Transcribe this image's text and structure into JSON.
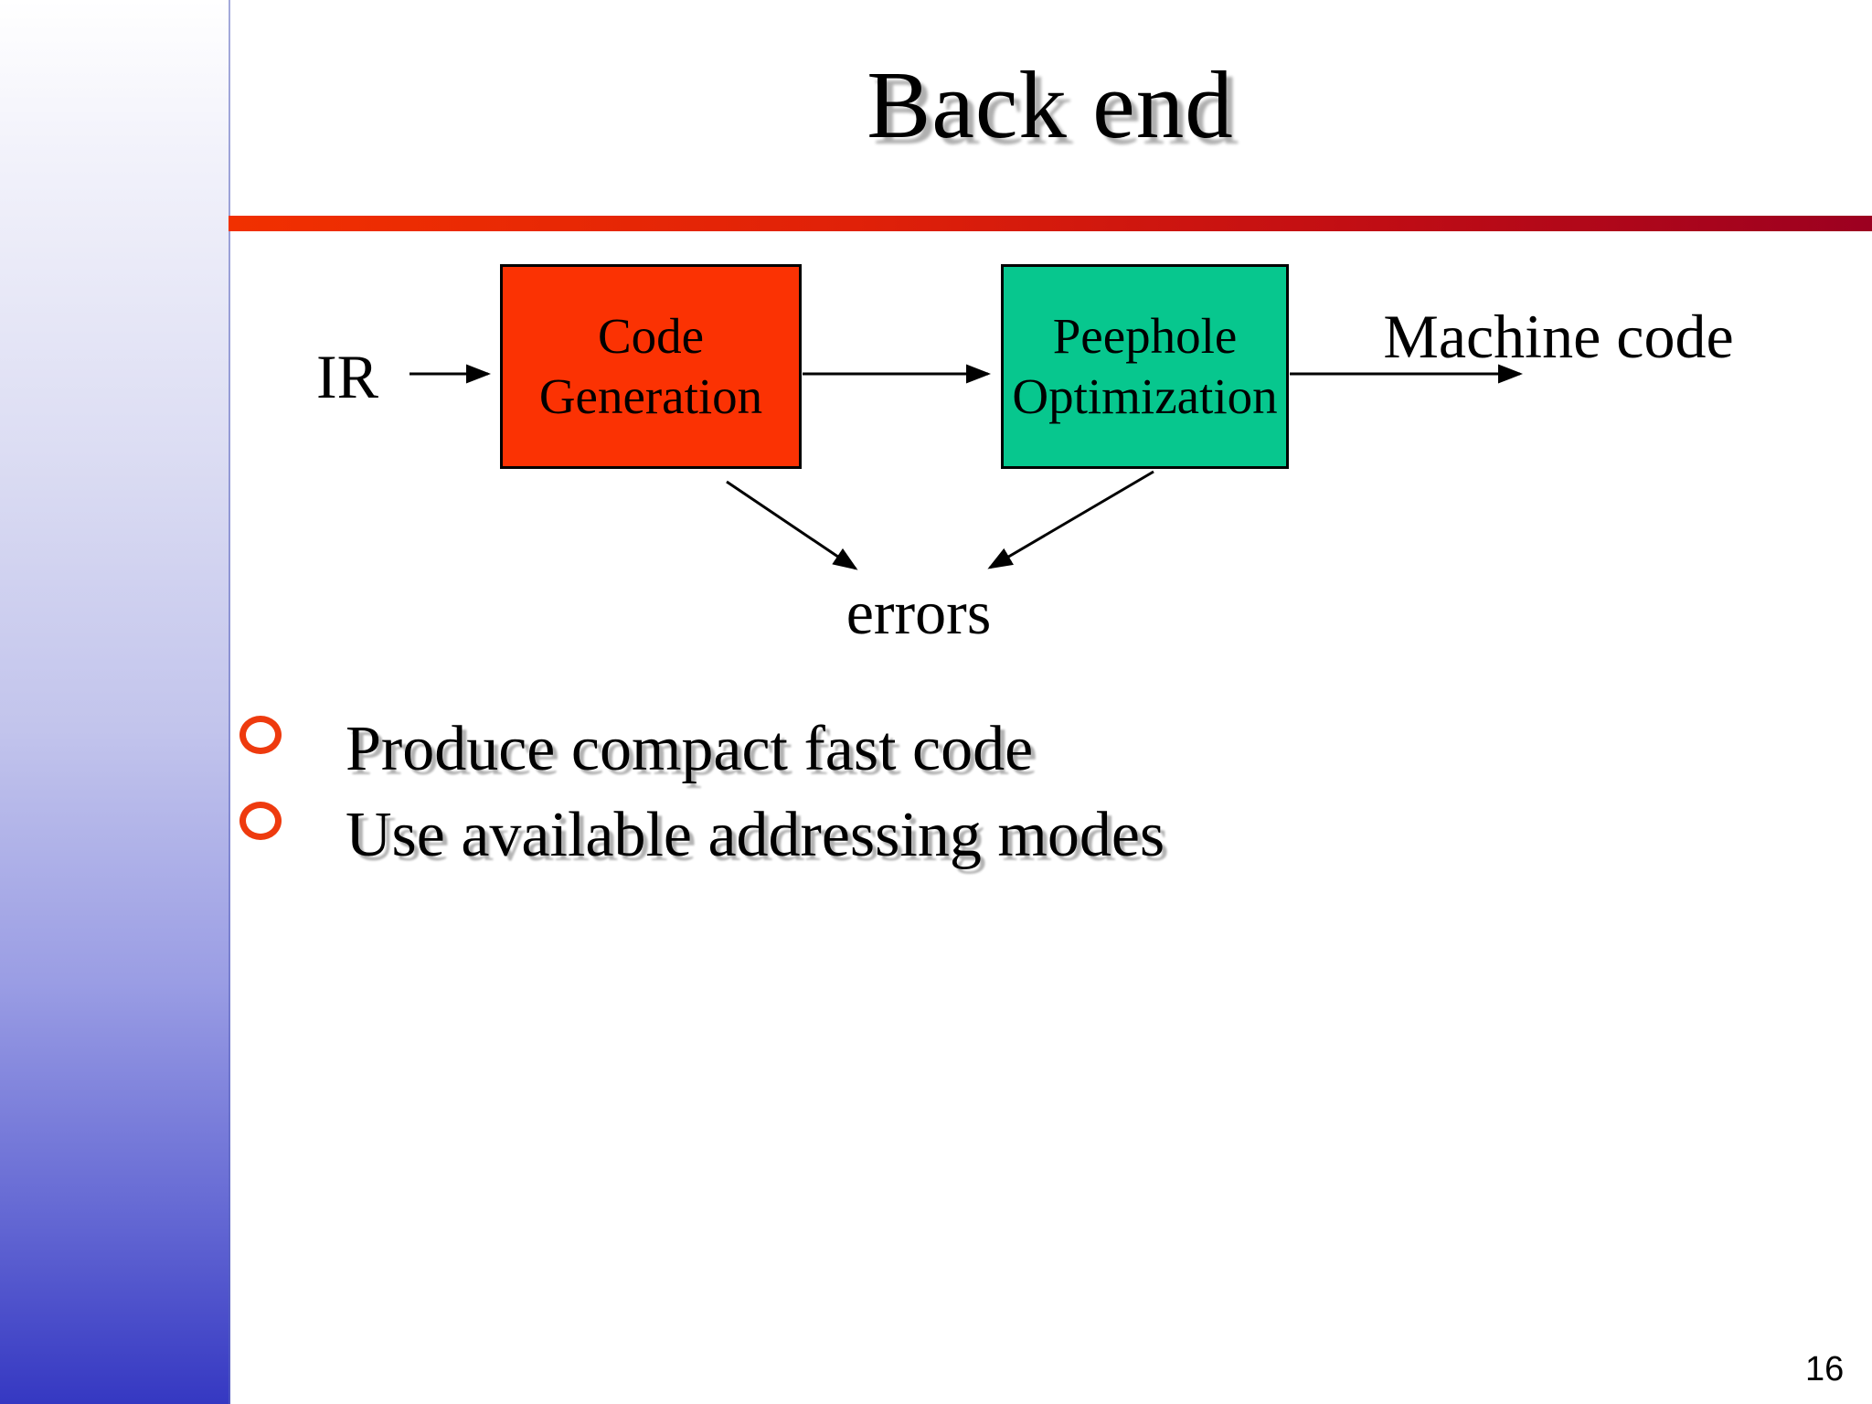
{
  "slide": {
    "title": "Back end",
    "page_number": "16",
    "diagram": {
      "input_label": "IR",
      "codegen_box": {
        "line1": "Code",
        "line2": "Generation",
        "fill": "#fb3203"
      },
      "peephole_box": {
        "line1": "Peephole",
        "line2": "Optimization",
        "fill": "#07c78e"
      },
      "output_label": "Machine code",
      "errors_label": "errors"
    },
    "bullets": [
      "Produce compact fast code",
      "Use available addressing modes"
    ],
    "colors": {
      "accent_line_left": "#f13000",
      "accent_line_right": "#9c0020",
      "bullet_ring": "#ee3a0e",
      "sidebar_top": "#ffffff",
      "sidebar_bottom": "#3538c2",
      "shadow": "#b0b0b0",
      "text": "#000000"
    }
  }
}
